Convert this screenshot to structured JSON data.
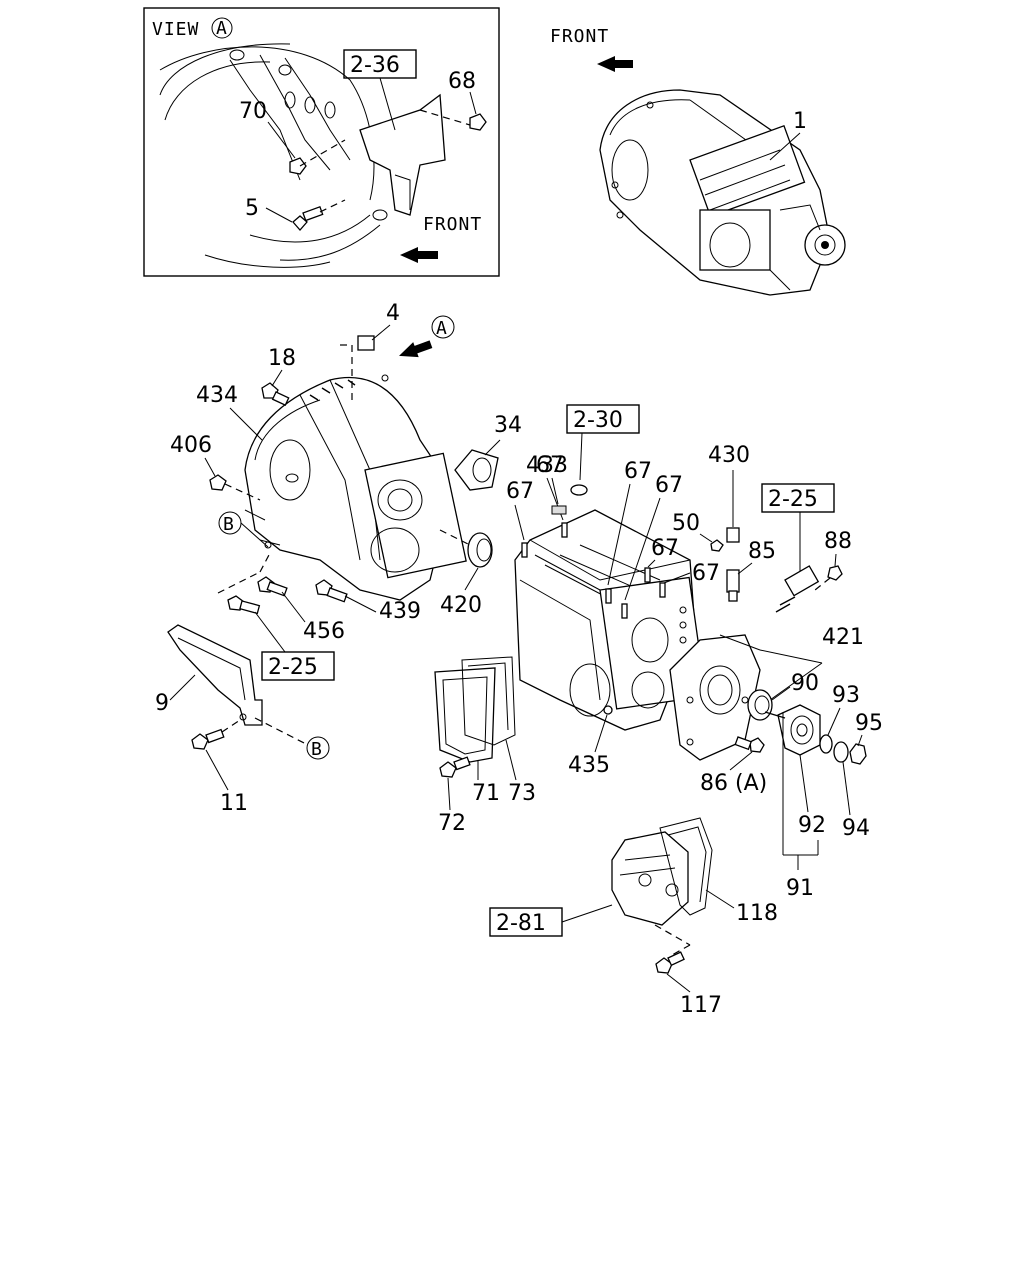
{
  "view_a": {
    "title": "VIEW",
    "circle_letter": "A",
    "ref_box": "2-36",
    "front_label": "FRONT",
    "callouts": [
      "70",
      "68",
      "5"
    ]
  },
  "assembly": {
    "front_label": "FRONT",
    "callout": "1"
  },
  "view_marker": "A",
  "marker_b": "B",
  "ref_boxes": {
    "r230": "2-30",
    "r225_right": "2-25",
    "r225_left": "2-25",
    "r281": "2-81"
  },
  "callouts": {
    "c4": "4",
    "c18": "18",
    "c434": "434",
    "c406": "406",
    "c34": "34",
    "c433": "433",
    "c67a": "67",
    "c67b": "67",
    "c67c": "67",
    "c67d": "67",
    "c67e": "67",
    "c67f": "67",
    "c430": "430",
    "c50": "50",
    "c85": "85",
    "c88": "88",
    "c420": "420",
    "c439": "439",
    "c456": "456",
    "c421": "421",
    "c90": "90",
    "c93": "93",
    "c95": "95",
    "c9": "9",
    "c11": "11",
    "c71": "71",
    "c73": "73",
    "c72": "72",
    "c435": "435",
    "c86": "86",
    "c86_suffix": "(A)",
    "c92": "92",
    "c94": "94",
    "c91": "91",
    "c118": "118",
    "c117": "117"
  }
}
